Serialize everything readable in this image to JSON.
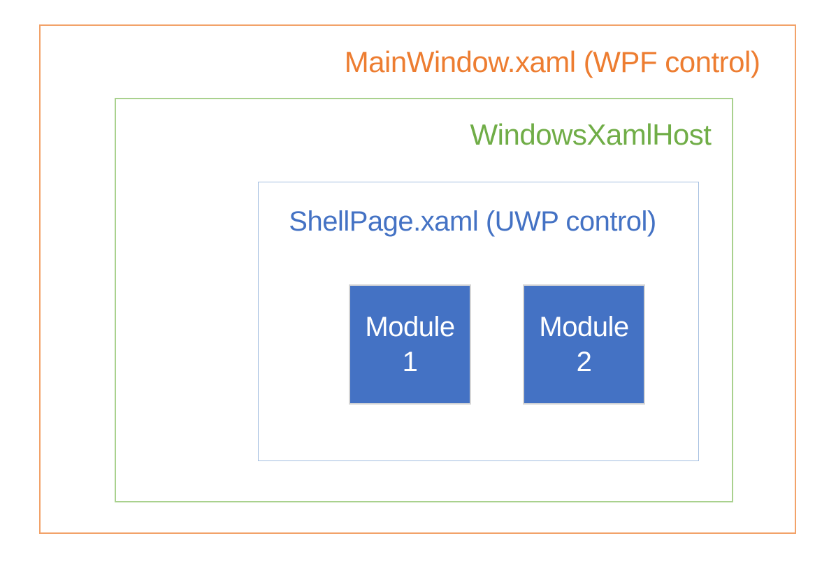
{
  "diagram": {
    "wpf_window": {
      "label": "MainWindow.xaml (WPF control)",
      "text_color": "#ED7D31",
      "border_color": "#F2A269"
    },
    "xaml_host": {
      "label": "WindowsXamlHost",
      "text_color": "#70AD47",
      "border_color": "#A9D18E"
    },
    "shell_page": {
      "label": "ShellPage.xaml (UWP control)",
      "text_color": "#4472C4",
      "border_color": "#A3BEE0"
    },
    "modules": [
      {
        "line1": "Module",
        "line2": "1",
        "fill_color": "#4472C4",
        "text_color": "#FFFFFF"
      },
      {
        "line1": "Module",
        "line2": "2",
        "fill_color": "#4472C4",
        "text_color": "#FFFFFF"
      }
    ]
  }
}
